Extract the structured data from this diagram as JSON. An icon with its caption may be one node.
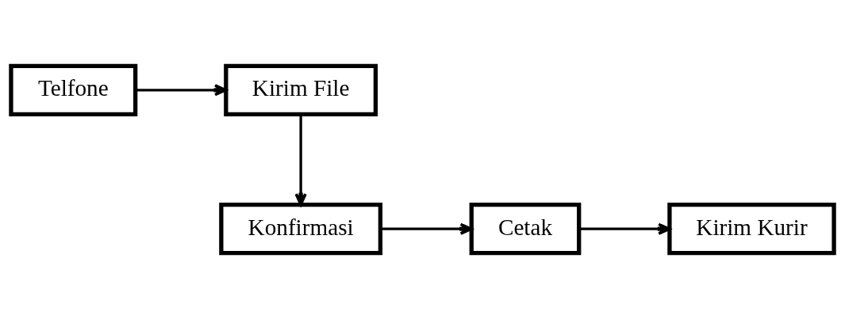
{
  "diagram": {
    "nodes": [
      {
        "text": [
          "Telfone"
        ]
      },
      {
        "text": [
          "Kirim File"
        ]
      },
      {
        "text": [
          "Konfirmasi"
        ]
      },
      {
        "text": [
          "Cetak"
        ]
      },
      {
        "text": [
          "Kirim Kurir"
        ]
      }
    ],
    "edges": [
      {
        "from": 0,
        "to": 1,
        "arrow": "to"
      },
      {
        "from": 1,
        "to": 2,
        "arrow": "to"
      },
      {
        "from": 2,
        "to": 3,
        "arrow": "to"
      },
      {
        "from": 3,
        "to": 4,
        "arrow": "to"
      }
    ]
  }
}
